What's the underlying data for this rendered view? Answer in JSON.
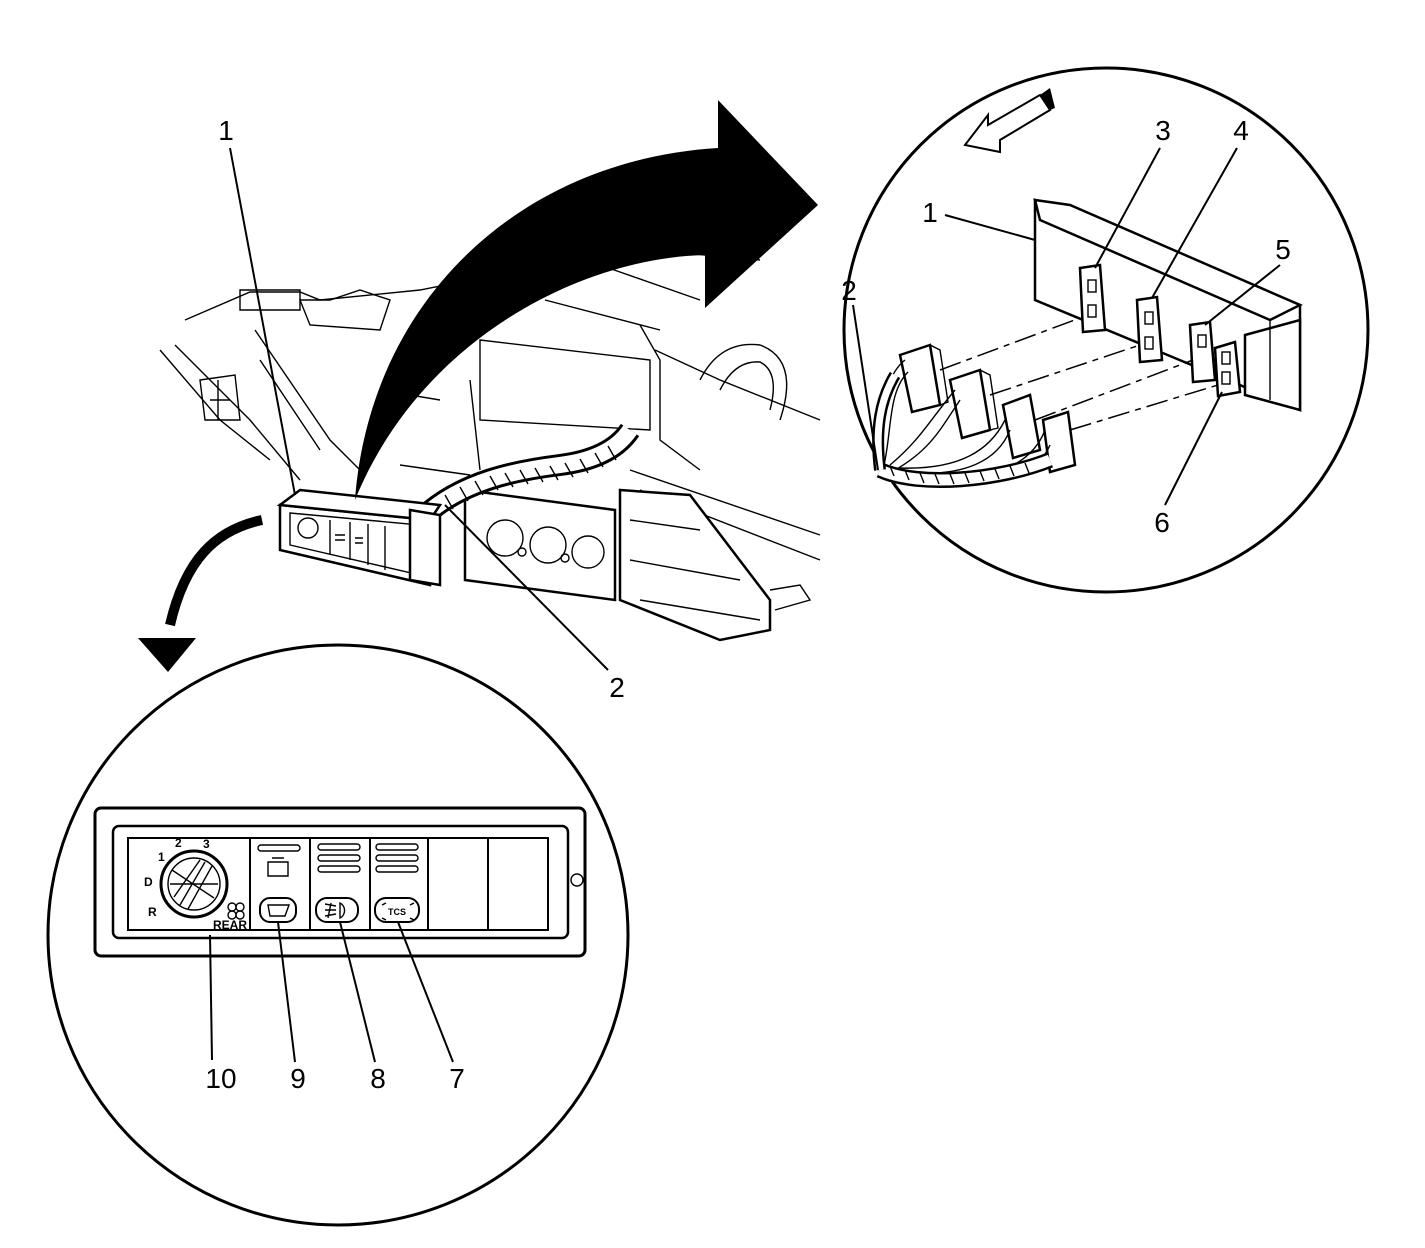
{
  "callouts": {
    "main": [
      {
        "id": "1",
        "text": "1"
      },
      {
        "id": "2",
        "text": "2"
      }
    ],
    "detail_top": [
      {
        "id": "1",
        "text": "1"
      },
      {
        "id": "2",
        "text": "2"
      },
      {
        "id": "3",
        "text": "3"
      },
      {
        "id": "4",
        "text": "4"
      },
      {
        "id": "5",
        "text": "5"
      },
      {
        "id": "6",
        "text": "6"
      }
    ],
    "detail_bottom": [
      {
        "id": "10",
        "text": "10"
      },
      {
        "id": "9",
        "text": "9"
      },
      {
        "id": "8",
        "text": "8"
      },
      {
        "id": "7",
        "text": "7"
      }
    ]
  },
  "switch_panel": {
    "fan_positions": [
      "1",
      "2",
      "3",
      "D",
      "R"
    ],
    "rear_label": "REAR",
    "tcs_label": "TCS"
  },
  "colors": {
    "ink": "#000000",
    "paper": "#ffffff"
  }
}
